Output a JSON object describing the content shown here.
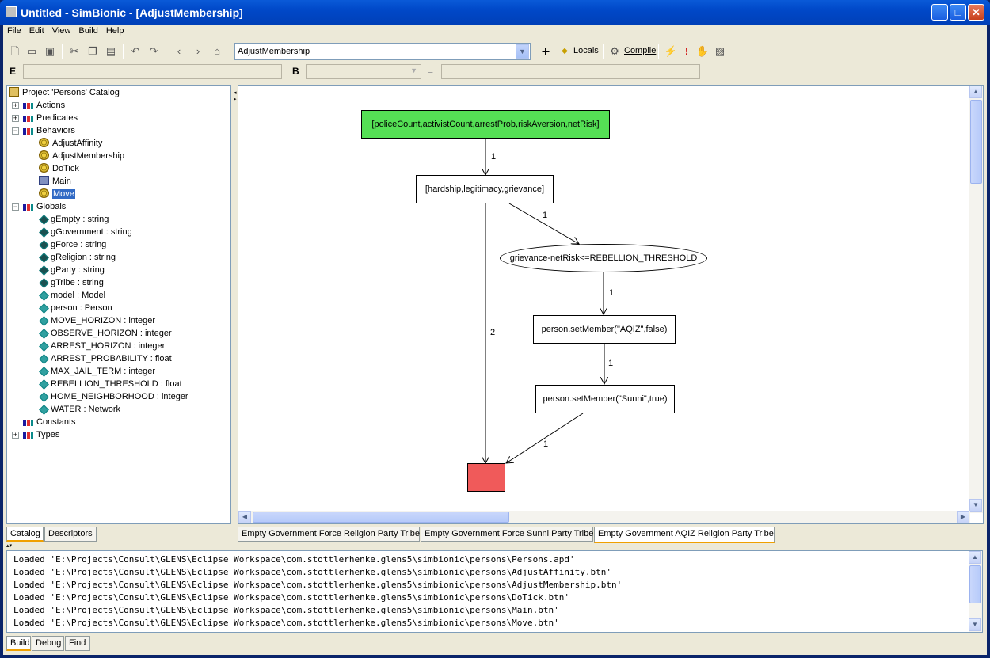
{
  "window": {
    "title": "Untitled - SimBionic - [AdjustMembership]",
    "min_icon": "minimize-icon",
    "max_icon": "maximize-icon",
    "close_icon": "close-icon"
  },
  "menu": [
    "File",
    "Edit",
    "View",
    "Build",
    "Help"
  ],
  "toolbar": {
    "behavior_select": "AdjustMembership",
    "locals_label": "Locals",
    "compile_label": "Compile"
  },
  "expr": {
    "e_label": "E",
    "b_label": "B",
    "eq_label": "="
  },
  "tree": {
    "root": "Project 'Persons' Catalog",
    "actions": "Actions",
    "predicates": "Predicates",
    "behaviors": "Behaviors",
    "behavior_items": [
      "AdjustAffinity",
      "AdjustMembership",
      "DoTick",
      "Main",
      "Move"
    ],
    "globals": "Globals",
    "global_items": [
      "gEmpty : string",
      "gGovernment : string",
      "gForce : string",
      "gReligion : string",
      "gParty : string",
      "gTribe : string",
      "model : Model",
      "person : Person",
      "MOVE_HORIZON : integer",
      "OBSERVE_HORIZON : integer",
      "ARREST_HORIZON : integer",
      "ARREST_PROBABILITY : float",
      "MAX_JAIL_TERM : integer",
      "REBELLION_THRESHOLD : float",
      "HOME_NEIGHBORHOOD : integer",
      "WATER : Network"
    ],
    "constants": "Constants",
    "types": "Types"
  },
  "left_tabs": [
    "Catalog",
    "Descriptors"
  ],
  "diagram": {
    "start": "[policeCount,activistCount,arrestProb,riskAversion,netRisk]",
    "n2": "[hardship,legitimacy,grievance]",
    "cond": "grievance-netRisk<=REBELLION_THRESHOLD",
    "a1": "person.setMember(\"AQIZ\",false)",
    "a2": "person.setMember(\"Sunni\",true)",
    "edge_labels": [
      "1",
      "1",
      "2",
      "1",
      "1",
      "1"
    ],
    "colors": {
      "start": "#55e055",
      "end": "#f05a5a"
    }
  },
  "canvas_tabs": [
    "Empty Government Force Religion Party Tribe",
    "Empty Government Force Sunni Party Tribe",
    "Empty Government AQIZ Religion Party Tribe"
  ],
  "log": [
    "Loaded 'E:\\Projects\\Consult\\GLENS\\Eclipse Workspace\\com.stottlerhenke.glens5\\simbionic\\persons\\Persons.apd'",
    "Loaded 'E:\\Projects\\Consult\\GLENS\\Eclipse Workspace\\com.stottlerhenke.glens5\\simbionic\\persons\\AdjustAffinity.btn'",
    "Loaded 'E:\\Projects\\Consult\\GLENS\\Eclipse Workspace\\com.stottlerhenke.glens5\\simbionic\\persons\\AdjustMembership.btn'",
    "Loaded 'E:\\Projects\\Consult\\GLENS\\Eclipse Workspace\\com.stottlerhenke.glens5\\simbionic\\persons\\DoTick.btn'",
    "Loaded 'E:\\Projects\\Consult\\GLENS\\Eclipse Workspace\\com.stottlerhenke.glens5\\simbionic\\persons\\Main.btn'",
    "Loaded 'E:\\Projects\\Consult\\GLENS\\Eclipse Workspace\\com.stottlerhenke.glens5\\simbionic\\persons\\Move.btn'"
  ],
  "bottom_tabs": [
    "Build",
    "Debug",
    "Find"
  ]
}
